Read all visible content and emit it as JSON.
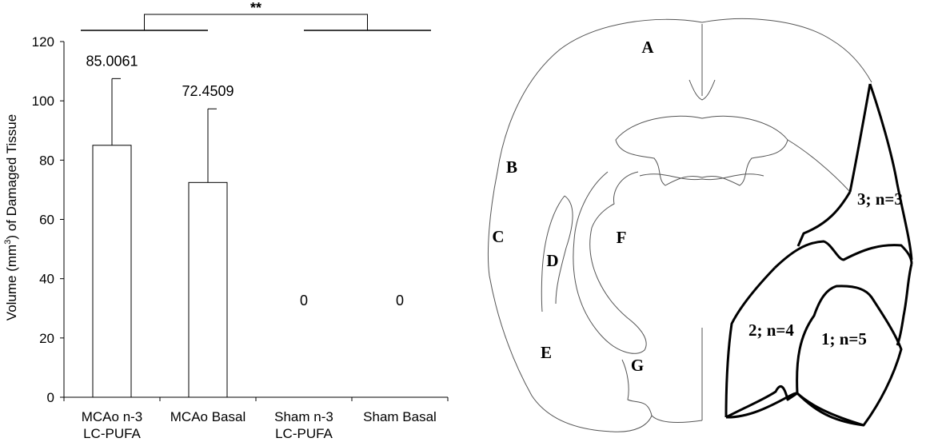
{
  "chart_data": {
    "type": "bar",
    "categories": [
      [
        "MCAo n-3",
        "LC-PUFA"
      ],
      [
        "MCAo Basal"
      ],
      [
        "Sham n-3",
        "LC-PUFA"
      ],
      [
        "Sham Basal"
      ]
    ],
    "values": [
      85.0061,
      72.4509,
      0,
      0
    ],
    "value_labels": [
      "85.0061",
      "72.4509",
      "0",
      "0"
    ],
    "error_upper": [
      107.5,
      97.3,
      0,
      0
    ],
    "ylabel_prefix": "Volume (mm",
    "ylabel_sup": "3",
    "ylabel_suffix": ") of Damaged Tissue",
    "ylim": [
      0,
      120
    ],
    "yticks": [
      0,
      20,
      40,
      60,
      80,
      100,
      120
    ],
    "grid": false,
    "significance": {
      "label": "**",
      "from_groups": [
        0,
        1
      ],
      "to_groups": [
        2,
        3
      ]
    },
    "bar_fill": "#ffffff",
    "bar_stroke": "#000000"
  },
  "brain": {
    "region_labels": [
      "A",
      "B",
      "C",
      "D",
      "E",
      "F",
      "G"
    ],
    "zones": [
      "3; n=3",
      "2; n=4",
      "1; n=5"
    ]
  }
}
